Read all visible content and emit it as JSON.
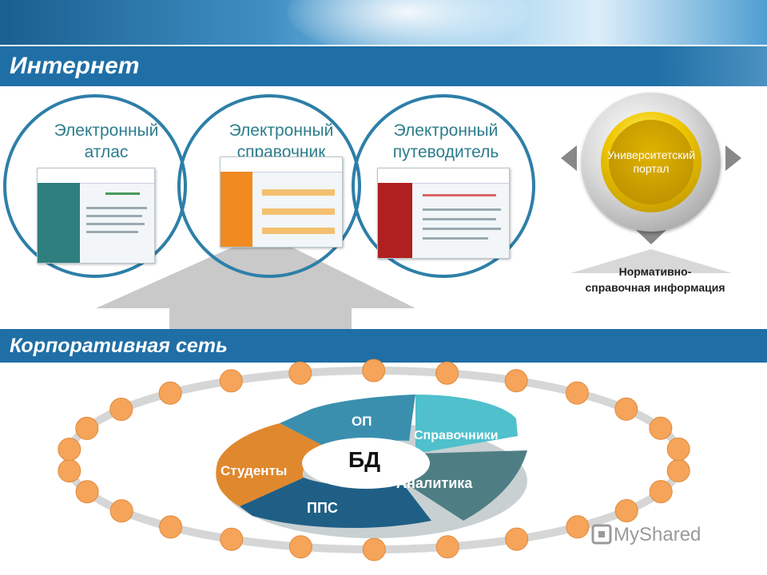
{
  "sections": {
    "internet": "Интернет",
    "corporate": "Корпоративная сеть"
  },
  "internet_resources": [
    {
      "title_line1": "Электронный",
      "title_line2": "атлас"
    },
    {
      "title_line1": "Электронный",
      "title_line2": "справочник"
    },
    {
      "title_line1": "Электронный",
      "title_line2": "путеводитель"
    }
  ],
  "portal": {
    "label": "Университетский портал",
    "subtitle_line1": "Нормативно-",
    "subtitle_line2": "справочная информация"
  },
  "database": {
    "center": "БД",
    "segments": [
      {
        "label": "ОП",
        "color": "#3a8fae"
      },
      {
        "label": "Справочники",
        "color": "#4fc0cc"
      },
      {
        "label": "Аналитика",
        "color": "#4e7e84"
      },
      {
        "label": "ППС",
        "color": "#1f5f86"
      },
      {
        "label": "Студенты",
        "color": "#e0882e"
      }
    ]
  },
  "colors": {
    "bar": "#1f6fa6",
    "ring_dot": "#f5a45a",
    "circle_border": "#2d7fa8"
  },
  "watermark": "MyShared"
}
